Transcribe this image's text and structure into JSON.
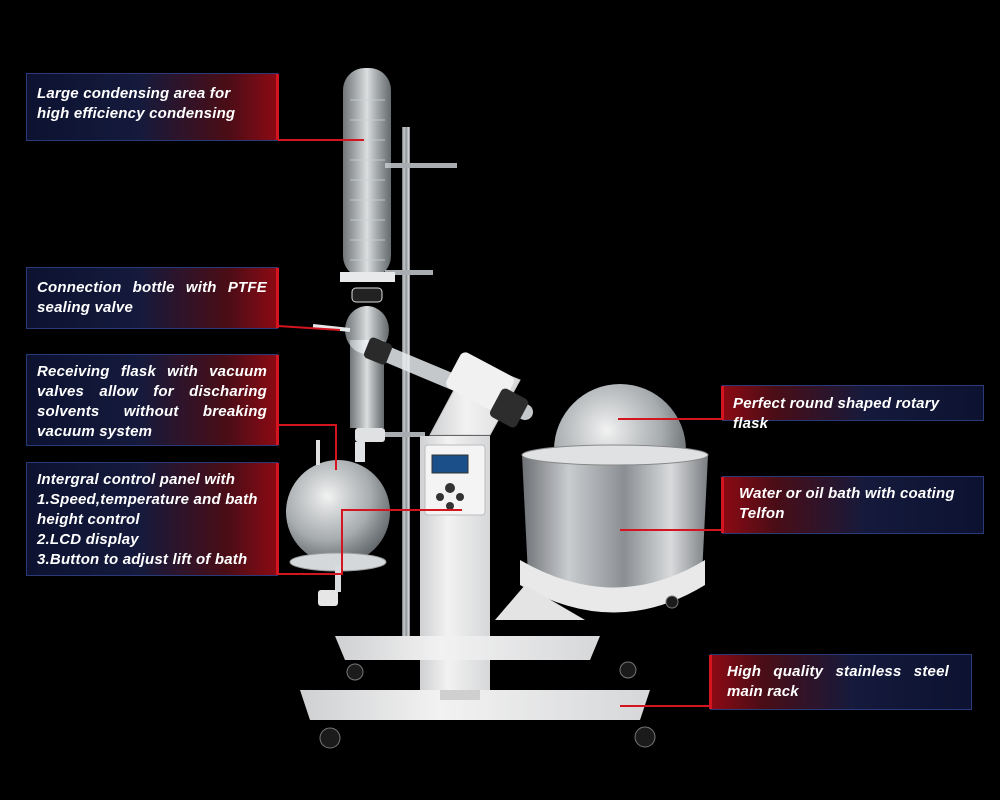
{
  "callouts": {
    "condenser": "Large condensing area for high efficiency condensing",
    "connection": "Connection bottle with PTFE sealing valve",
    "receiving": "Receiving flask with vacuum valves allow for discharing solvents without breaking vacuum system",
    "control": "Intergral control panel with\n1.Speed,temperature and bath\n height control\n2.LCD display\n3.Button to adjust lift of bath",
    "rotary": "Perfect round shaped rotary flask",
    "bath": "Water or oil bath with coating Telfon",
    "rack": "High quality stainless steel main rack"
  },
  "colors": {
    "background": "#000000",
    "accent_red": "#d4141f",
    "callout_blue": "#151a3c",
    "machine_white": "#ececec"
  }
}
